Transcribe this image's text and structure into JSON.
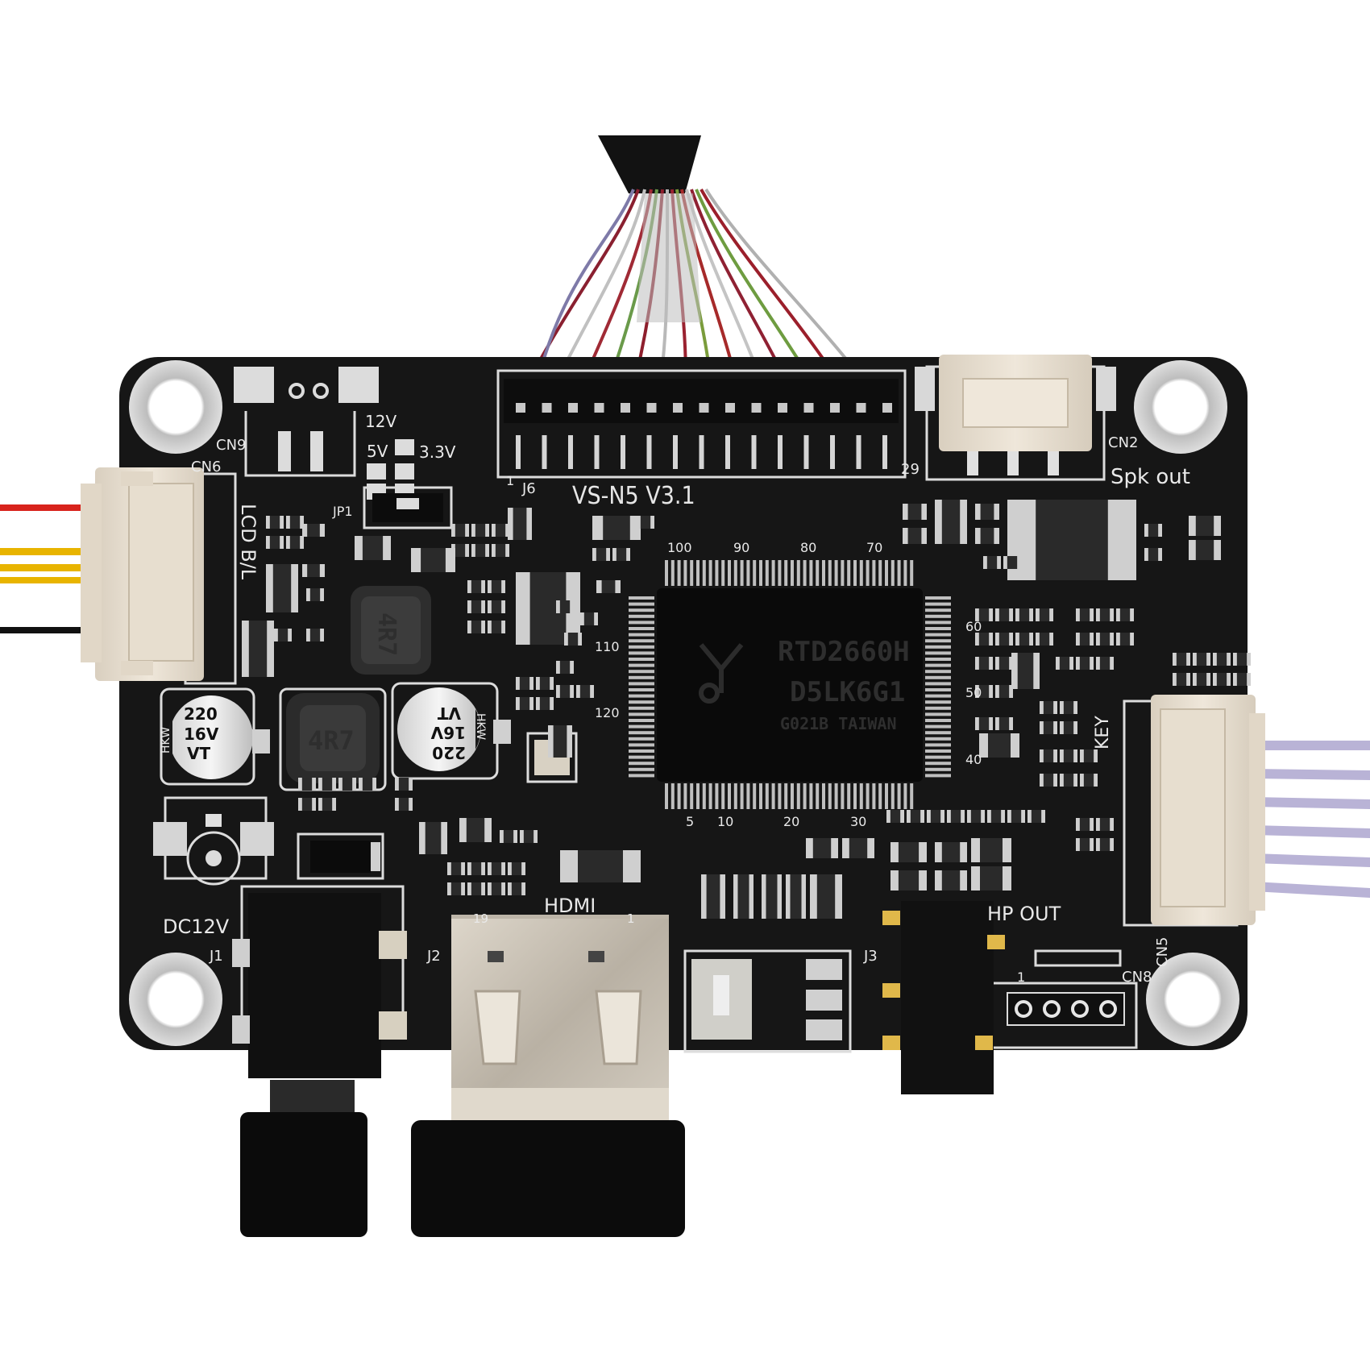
{
  "colors": {
    "board": "#161616",
    "silkscreen": "#e9e9e9",
    "connector_housing": "#e6dccd",
    "metal": "#c9c2b6",
    "jack": "#101010",
    "wire_red": "#d8231c",
    "wire_yellow": "#e8b400",
    "wire_black": "#111111",
    "wire_lavender": "#b9b3d6"
  },
  "board": {
    "model": "VS-N5  V3.1",
    "chip_marking_1": "RTD2660H",
    "chip_marking_2": "D5LK6G1",
    "chip_marking_3": "G021B TAIWAN",
    "chip_pin_labels": {
      "top": [
        "100",
        "90",
        "80",
        "70"
      ],
      "right": [
        "60",
        "50",
        "40"
      ],
      "left": [
        "110",
        "120"
      ],
      "bottom": [
        "5",
        "10",
        "20",
        "30"
      ]
    },
    "labels": {
      "cn9": "CN9",
      "cn6": "CN6",
      "v12": "12V",
      "v5": "5V",
      "v33": "3.3V",
      "jp1": "JP1",
      "pin1": "1",
      "j6": "J6",
      "pin29": "29",
      "cn2": "CN2",
      "spk_out": "Spk out",
      "lcd_bl": "LCD B/L",
      "key": "KEY",
      "hp_out": "HP OUT",
      "dc12v": "DC12V",
      "j1": "J1",
      "j2": "J2",
      "hdmi": "HDMI",
      "hdmi_pin19": "19",
      "hdmi_pin1": "1",
      "j3": "J3",
      "cn8": "CN8",
      "cn8_pin1": "1",
      "cn5": "CN5"
    },
    "capacitor_left": {
      "line1": "220",
      "line2": "16V",
      "line3": "VT",
      "brand": "HKW"
    },
    "capacitor_right": {
      "line1": "220",
      "line2": "16V",
      "line3": "VT",
      "brand": "HKW"
    },
    "inductor_1": "4R7",
    "inductor_2": "4R7"
  }
}
